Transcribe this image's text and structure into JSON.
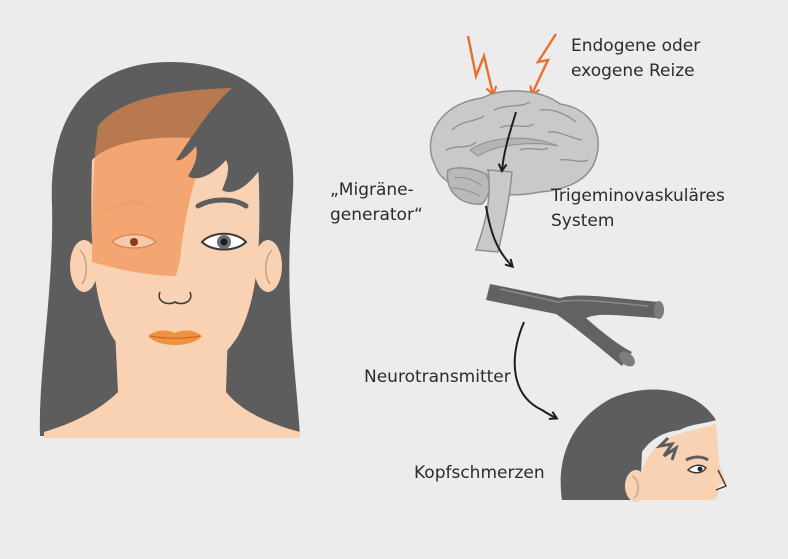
{
  "labels": {
    "stimuli": [
      "Endogene oder",
      "exogene Reize"
    ],
    "generator": [
      "„Migräne-",
      "generator“"
    ],
    "trigeminal": [
      "Trigeminovaskuläres",
      "System"
    ],
    "neurotransmitter": "Neurotransmitter",
    "headache": "Kopfschmerzen"
  },
  "colors": {
    "background": "#ececec",
    "hair": "#5d5d5d",
    "skin": "#f9d2b3",
    "migraine_overlay": "#f08a4b",
    "lips": "#ee9240",
    "lightning": "#e8702c",
    "brain": "#c9c9c9",
    "vessel": "#626262",
    "arrow": "#1e1e1e"
  }
}
